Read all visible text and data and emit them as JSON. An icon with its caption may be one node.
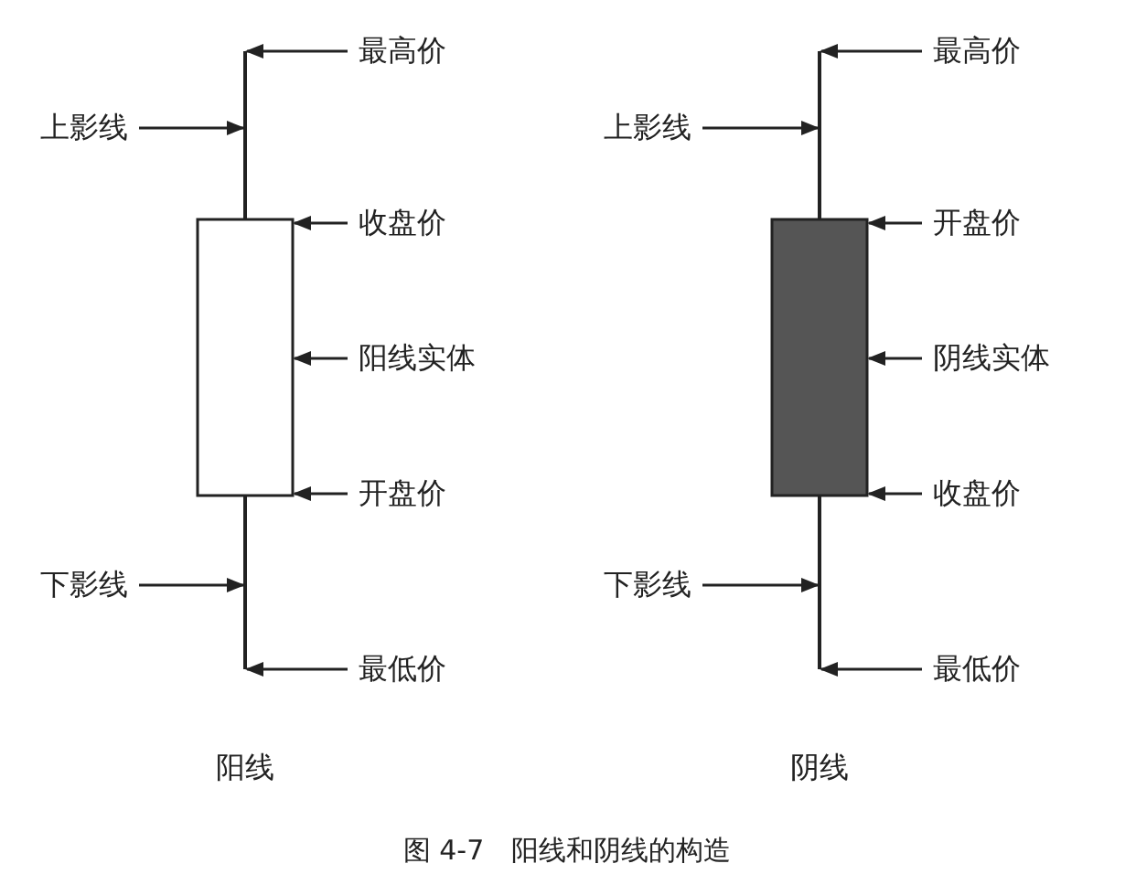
{
  "diagram": {
    "caption": "图 4-7　阳线和阴线的构造",
    "nodes": [
      {
        "text": [
          "最高价"
        ]
      },
      {
        "text": [
          "上影线"
        ]
      },
      {
        "text": [
          "收盘价"
        ]
      },
      {
        "text": [
          "阳线实体"
        ]
      },
      {
        "text": [
          "开盘价"
        ]
      },
      {
        "text": [
          "下影线"
        ]
      },
      {
        "text": [
          "最低价"
        ]
      },
      {
        "text": [],
        "shape": "line"
      },
      {
        "text": [],
        "shape": "box"
      },
      {
        "text": [],
        "shape": "line"
      },
      {
        "text": [
          "最高价"
        ]
      },
      {
        "text": [
          "上影线"
        ]
      },
      {
        "text": [
          "开盘价"
        ]
      },
      {
        "text": [
          "阴线实体"
        ]
      },
      {
        "text": [
          "收盘价"
        ]
      },
      {
        "text": [
          "下影线"
        ]
      },
      {
        "text": [
          "最低价"
        ]
      },
      {
        "text": [],
        "shape": "line"
      },
      {
        "text": [],
        "shape": "box"
      },
      {
        "text": [],
        "shape": "line"
      }
    ],
    "edges": [
      {
        "from": 0,
        "to": 7,
        "arrow": "to"
      },
      {
        "from": 1,
        "to": 7,
        "arrow": "to"
      },
      {
        "from": 2,
        "to": 8,
        "arrow": "to"
      },
      {
        "from": 3,
        "to": 8,
        "arrow": "to"
      },
      {
        "from": 4,
        "to": 8,
        "arrow": "to"
      },
      {
        "from": 5,
        "to": 9,
        "arrow": "to"
      },
      {
        "from": 6,
        "to": 9,
        "arrow": "to"
      },
      {
        "from": 10,
        "to": 17,
        "arrow": "to"
      },
      {
        "from": 11,
        "to": 17,
        "arrow": "to"
      },
      {
        "from": 12,
        "to": 18,
        "arrow": "to"
      },
      {
        "from": 13,
        "to": 18,
        "arrow": "to"
      },
      {
        "from": 14,
        "to": 18,
        "arrow": "to"
      },
      {
        "from": 15,
        "to": 19,
        "arrow": "to"
      },
      {
        "from": 16,
        "to": 19,
        "arrow": "to"
      }
    ],
    "labels": [
      "阳线",
      "阴线"
    ]
  }
}
